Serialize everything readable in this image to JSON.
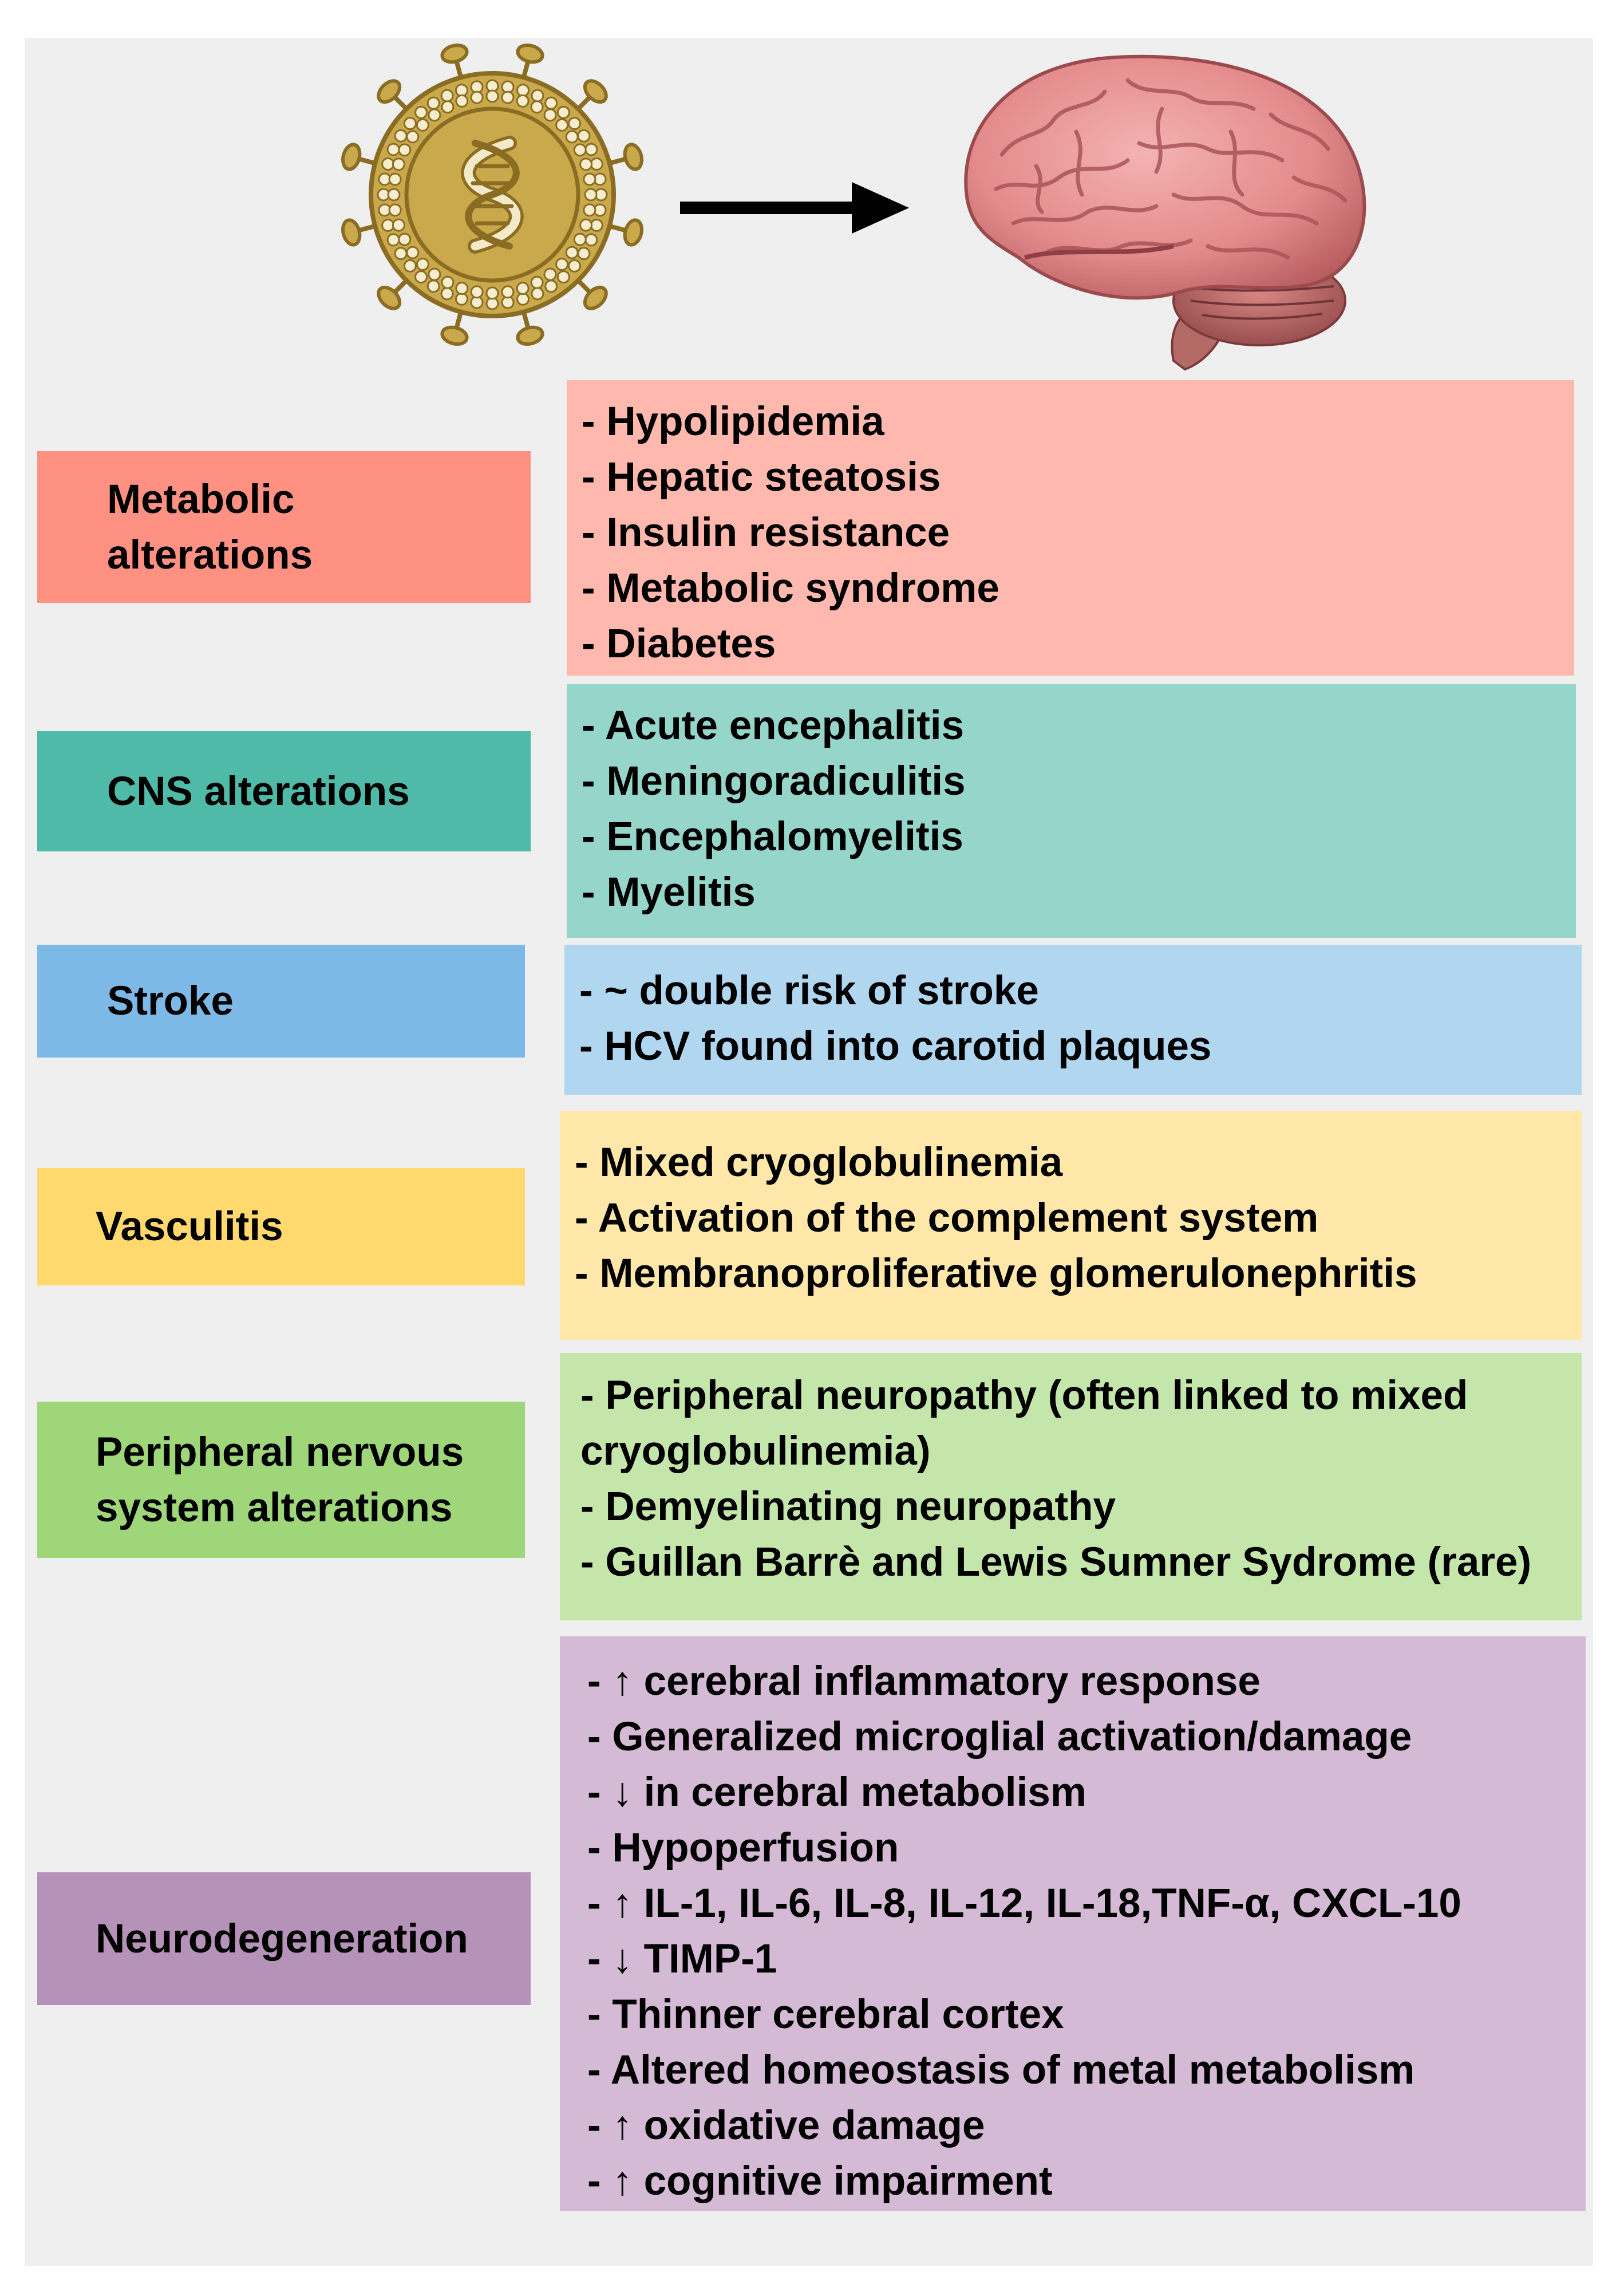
{
  "colors": {
    "canvas": "#efefef",
    "arrow": "#000000",
    "virus_body": "#c9a94c",
    "virus_stroke": "#8a6c23",
    "brain": "#e48b8c"
  },
  "rows": [
    {
      "key": "metabolic",
      "label": "Metabolic\nalterations",
      "label_color": "#ff9182",
      "detail_color": "#ffb8ad",
      "items": [
        "- Hypolipidemia",
        "- Hepatic steatosis",
        "- Insulin resistance",
        "- Metabolic syndrome",
        "- Diabetes"
      ]
    },
    {
      "key": "cns",
      "label": "CNS alterations",
      "label_color": "#4fbaa7",
      "detail_color": "#96d6ca",
      "items": [
        "- Acute encephalitis",
        "- Meningoradiculitis",
        "- Encephalomyelitis",
        "- Myelitis"
      ]
    },
    {
      "key": "stroke",
      "label": "Stroke",
      "label_color": "#7cb9e6",
      "detail_color": "#b0d6f0",
      "items": [
        "- ~ double risk of stroke",
        "- HCV found into carotid plaques"
      ]
    },
    {
      "key": "vasculitis",
      "label": "Vasculitis",
      "label_color": "#ffd96e",
      "detail_color": "#fee7a8",
      "items": [
        "- Mixed cryoglobulinemia",
        "- Activation of the complement system",
        "- Membranoproliferative glomerulonephritis"
      ]
    },
    {
      "key": "pns",
      "label": "Peripheral nervous\nsystem alterations",
      "label_color": "#9fd679",
      "detail_color": "#c4e6ab",
      "items": [
        "- Peripheral neuropathy (often linked to mixed",
        "cryoglobulinemia)",
        "- Demyelinating neuropathy",
        "- Guillan Barrè and Lewis Sumner Sydrome (rare)"
      ]
    },
    {
      "key": "neuro",
      "label": "Neurodegeneration",
      "label_color": "#b592b8",
      "detail_color": "#d4bad4",
      "items": [
        "- ↑ cerebral inflammatory response",
        "- Generalized microglial activation/damage",
        "- ↓ in cerebral metabolism",
        "- Hypoperfusion",
        "- ↑ IL-1, IL-6, IL-8, IL-12, IL-18,TNF-α, CXCL-10",
        "- ↓ TIMP-1",
        "- Thinner cerebral cortex",
        "- Altered homeostasis of metal metabolism",
        "- ↑ oxidative damage",
        "- ↑ cognitive impairment"
      ]
    }
  ]
}
